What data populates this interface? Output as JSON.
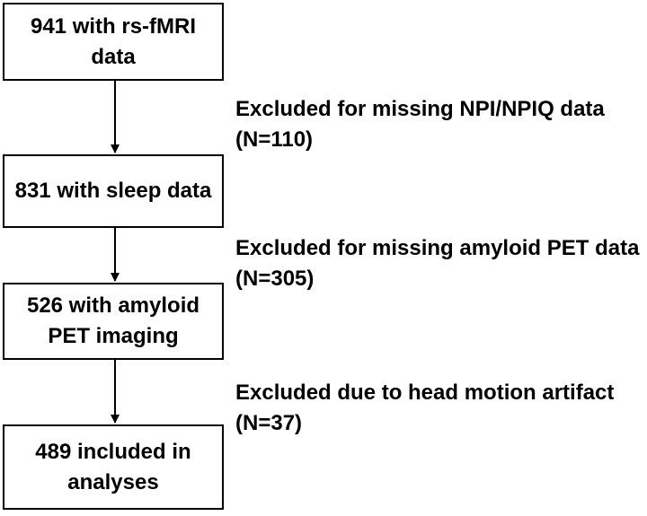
{
  "flowchart": {
    "steps": [
      {
        "lines": [
          "941 with rs-fMRI",
          "data"
        ]
      },
      {
        "lines": [
          "831 with sleep data"
        ]
      },
      {
        "lines": [
          "526 with amyloid",
          "PET imaging"
        ]
      },
      {
        "lines": [
          "489 included in",
          "analyses"
        ]
      }
    ],
    "exclusions": [
      {
        "reason": "Excluded for missing NPI/NPIQ data",
        "count": "(N=110)"
      },
      {
        "reason": "Excluded for missing amyloid PET data",
        "count": "(N=305)"
      },
      {
        "reason": "Excluded due to head motion artifact",
        "count": "(N=37)"
      }
    ]
  }
}
